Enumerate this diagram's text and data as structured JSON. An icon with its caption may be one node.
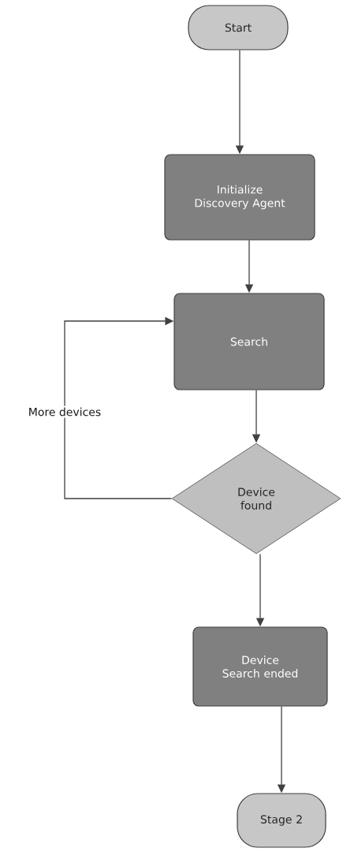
{
  "diagram": {
    "nodes": [
      {
        "text": [
          "Start"
        ]
      },
      {
        "text": [
          "Initialize Discovery Agent"
        ]
      },
      {
        "text": [
          "Search"
        ]
      },
      {
        "text": [
          "Device found"
        ]
      },
      {
        "text": [
          "Device Search ended"
        ]
      },
      {
        "text": [
          "Stage 2"
        ]
      }
    ],
    "edges": [
      {
        "from": 0,
        "to": 1,
        "arrow": "to"
      },
      {
        "from": 1,
        "to": 2,
        "arrow": "to"
      },
      {
        "from": 2,
        "to": 3,
        "arrow": "to"
      },
      {
        "from": 3,
        "to": 2,
        "arrow": "to",
        "label": "More devices"
      },
      {
        "from": 3,
        "to": 4,
        "arrow": "to"
      },
      {
        "from": 4,
        "to": 5,
        "arrow": "to"
      }
    ]
  }
}
